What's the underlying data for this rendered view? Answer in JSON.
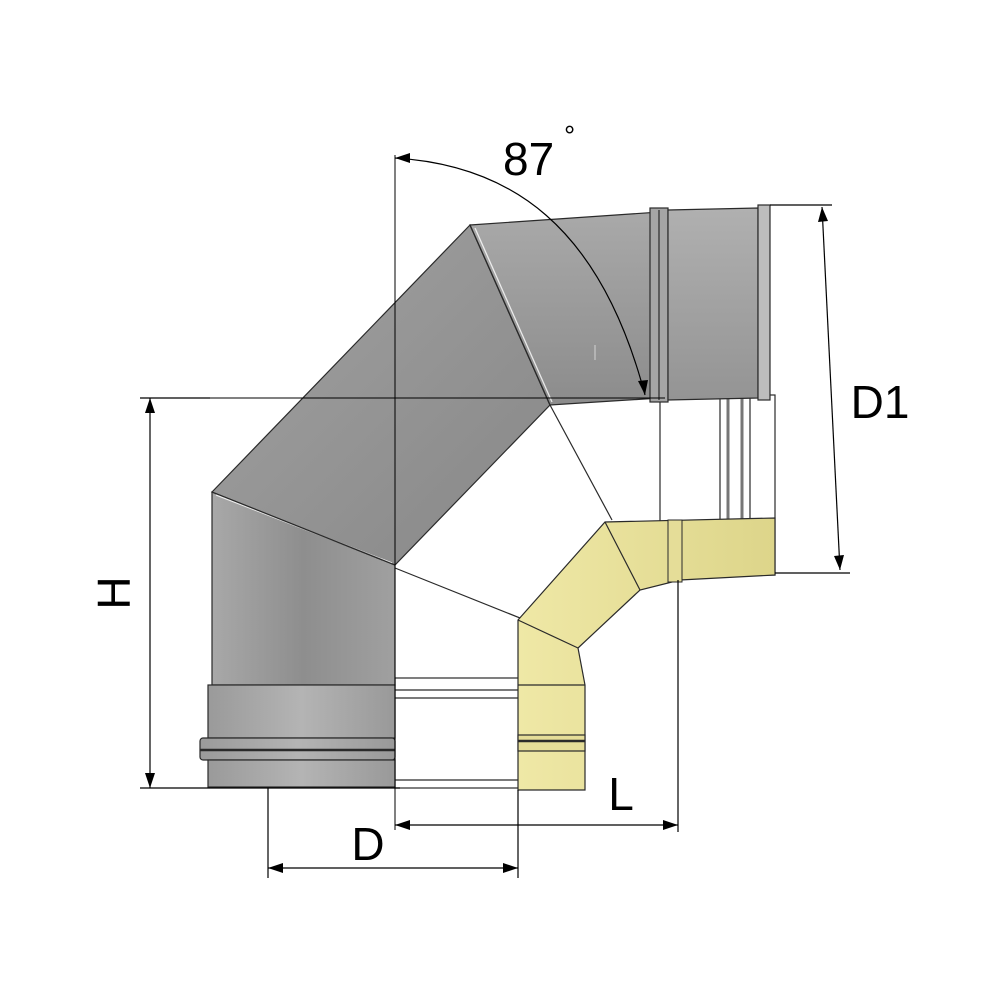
{
  "drawing": {
    "angle_label": "87",
    "angle_unit": "°",
    "labels": {
      "H": "H",
      "D": "D",
      "D1": "D1",
      "L": "L"
    }
  },
  "colors": {
    "outer_shell": "#9b9b9b",
    "inner_pipe": "#ffffff",
    "insulation": "#e8e19a",
    "outline": "#2a2a2a"
  }
}
